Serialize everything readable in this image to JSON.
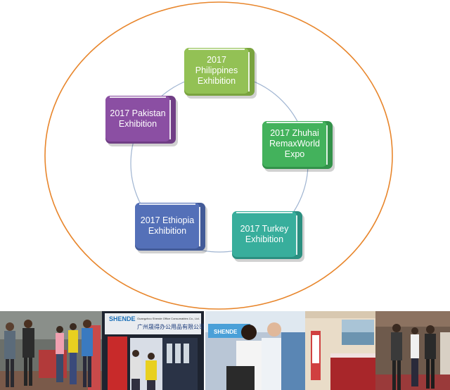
{
  "diagram": {
    "center_ring_color": "#9fb4d1",
    "outer_ellipse_color": "#e8862c",
    "nodes": [
      {
        "label": "2017\nPhilippines\nExhibition",
        "color": "#93c155",
        "dark": "#7aa33f"
      },
      {
        "label": "2017 Zhuhai\nRemaxWorld\nExpo",
        "color": "#43b25c",
        "dark": "#33924a"
      },
      {
        "label": "2017 Turkey\nExhibition",
        "color": "#38ae9c",
        "dark": "#2b8f80"
      },
      {
        "label": "2017 Ethiopia\nExhibition",
        "color": "#5470b8",
        "dark": "#435b98"
      },
      {
        "label": "2017 Pakistan\nExhibition",
        "color": "#8b4fa3",
        "dark": "#703e85"
      }
    ]
  },
  "photos": {
    "booth_sign_brand": "SHENDE",
    "booth_sign_company_en": "Guangzhou Shende Office Consumables Co., Ltd.",
    "booth_sign_company_cn": "广州晟得办公用品有限公司",
    "booth2_sign_brand": "SHENDE"
  }
}
